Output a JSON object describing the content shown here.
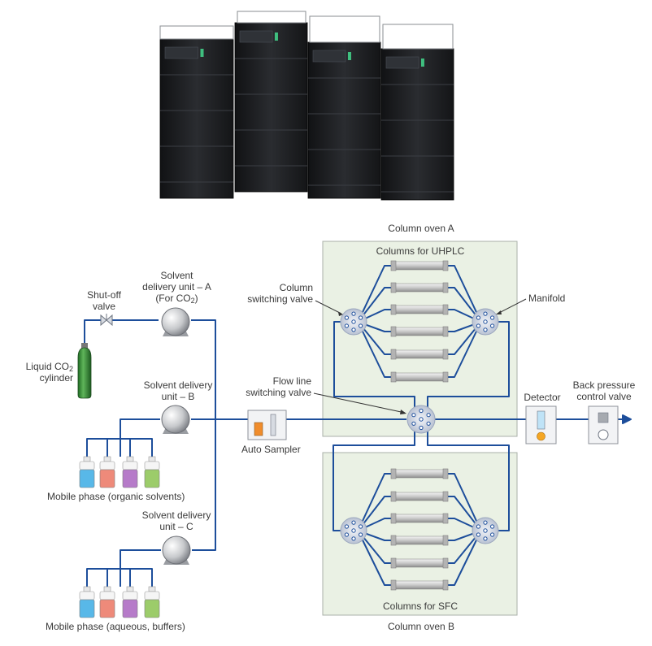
{
  "colors": {
    "flow_line": "#1d4e9b",
    "oven_fill": "#eaf1e4",
    "oven_border": "#a9b0a8",
    "instrument_body": "#1a1c1e",
    "co2_cylinder": "#3a8f3a",
    "bottle_blue": "#58b8e8",
    "bottle_red": "#ee8a7a",
    "bottle_purple": "#b67bc9",
    "bottle_green": "#9ccc6a"
  },
  "labels": {
    "column_oven_a": "Column oven A",
    "columns_uhplc": "Columns for UHPLC",
    "column_switching_valve_line1": "Column",
    "column_switching_valve_line2": "switching valve",
    "manifold": "Manifold",
    "shutoff_valve_line1": "Shut-off",
    "shutoff_valve_line2": "valve",
    "solvent_a_line1": "Solvent",
    "solvent_a_line2": "delivery unit – A",
    "solvent_a_line3_prefix": "(For CO",
    "solvent_a_line3_sub": "2",
    "solvent_a_line3_suffix": ")",
    "liquid_co2_line1_prefix": "Liquid CO",
    "liquid_co2_line1_sub": "2",
    "liquid_co2_line2": "cylinder",
    "solvent_b_line1": "Solvent delivery",
    "solvent_b_line2": "unit – B",
    "flow_line_switching_line1": "Flow line",
    "flow_line_switching_line2": "switching valve",
    "detector": "Detector",
    "back_pressure_line1": "Back pressure",
    "back_pressure_line2": "control valve",
    "auto_sampler": "Auto Sampler",
    "mobile_phase_organic": "Mobile phase (organic solvents)",
    "solvent_c_line1": "Solvent delivery",
    "solvent_c_line2": "unit – C",
    "mobile_phase_aqueous": "Mobile phase (aqueous, buffers)",
    "columns_sfc": "Columns for SFC",
    "column_oven_b": "Column oven B"
  },
  "icons": {
    "instrument": "hplc-sfc-instrument-photo",
    "pump": "pump-icon",
    "valve": "rotary-valve-icon",
    "column": "column-icon",
    "cylinder": "gas-cylinder-icon",
    "bottle": "solvent-bottle-icon",
    "detector": "detector-icon",
    "bpr": "back-pressure-regulator-icon"
  }
}
